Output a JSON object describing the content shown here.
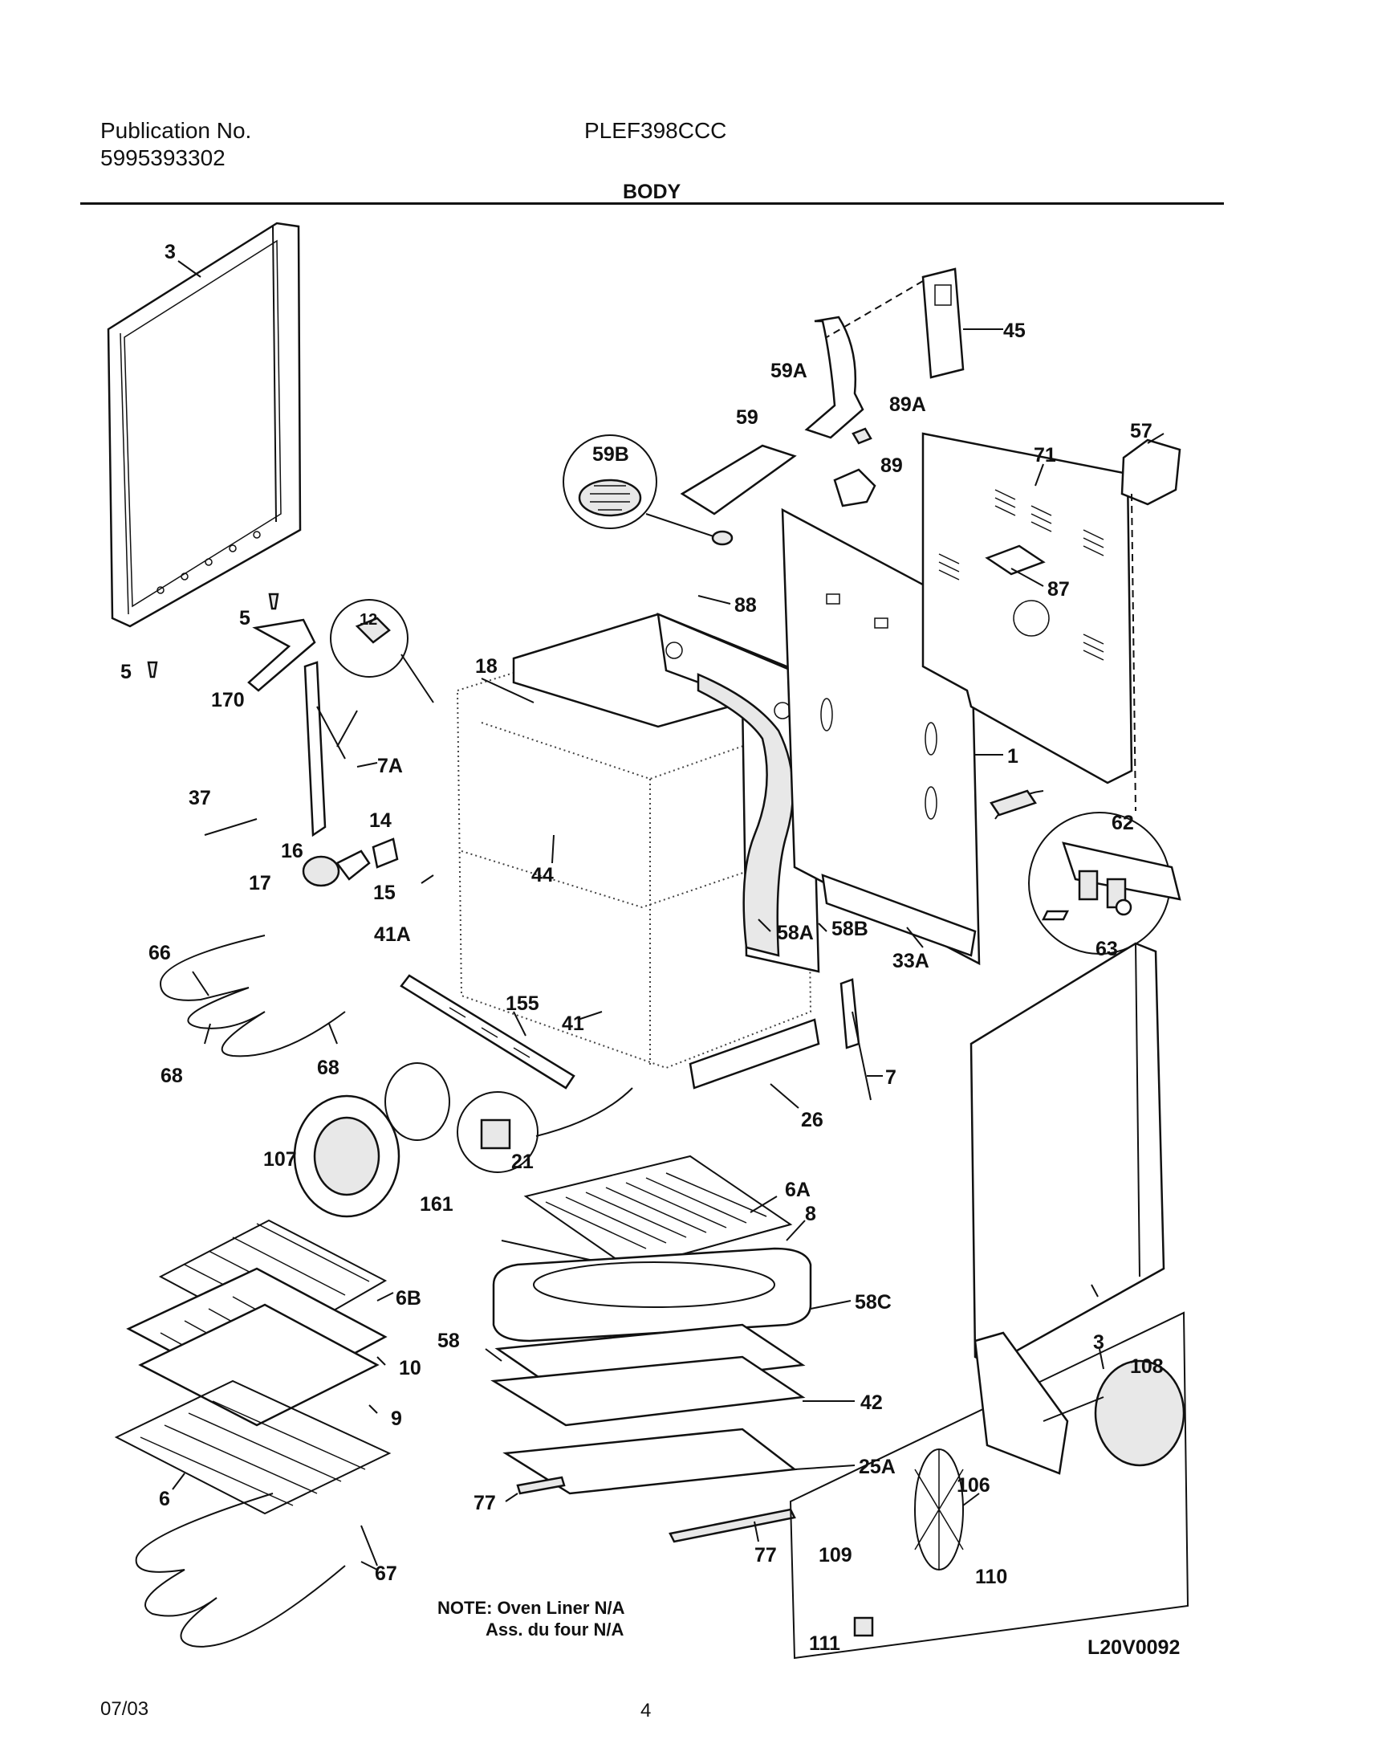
{
  "header": {
    "publication_label": "Publication No.",
    "publication_number": "5995393302",
    "model": "PLEF398CCC",
    "section_title": "BODY"
  },
  "footer": {
    "date": "07/03",
    "page_number": "4"
  },
  "diagram": {
    "note_line1": "NOTE: Oven Liner N/A",
    "note_line2": "Ass. du four N/A",
    "drawing_code": "L20V0092",
    "callouts": {
      "c1": "1",
      "c3a": "3",
      "c3b": "3",
      "c5a": "5",
      "c5b": "5",
      "c6": "6",
      "c6A": "6A",
      "c6B": "6B",
      "c7": "7",
      "c7A": "7A",
      "c8": "8",
      "c9": "9",
      "c10": "10",
      "c12": "12",
      "c14": "14",
      "c15": "15",
      "c16": "16",
      "c17": "17",
      "c18": "18",
      "c21": "21",
      "c25A": "25A",
      "c26": "26",
      "c33A": "33A",
      "c37": "37",
      "c41": "41",
      "c41A": "41A",
      "c42": "42",
      "c44": "44",
      "c45": "45",
      "c57": "57",
      "c58": "58",
      "c58A": "58A",
      "c58B": "58B",
      "c58C": "58C",
      "c59": "59",
      "c59A": "59A",
      "c59B": "59B",
      "c62": "62",
      "c63": "63",
      "c66": "66",
      "c67": "67",
      "c68a": "68",
      "c68b": "68",
      "c71": "71",
      "c77a": "77",
      "c77b": "77",
      "c87": "87",
      "c88": "88",
      "c89": "89",
      "c89A": "89A",
      "c106": "106",
      "c107": "107",
      "c108": "108",
      "c109": "109",
      "c110": "110",
      "c111": "111",
      "c155": "155",
      "c161": "161",
      "c170": "170"
    }
  }
}
